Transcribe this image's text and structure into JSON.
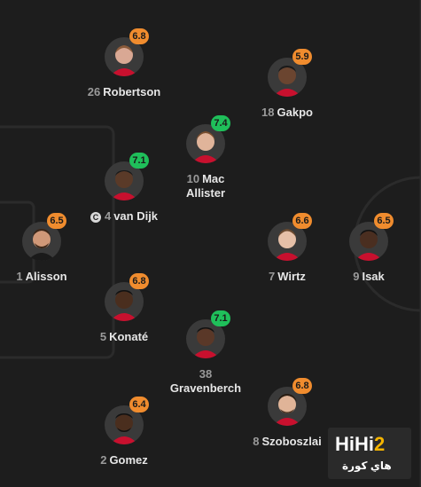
{
  "colors": {
    "background": "#1d1d1d",
    "rating_orange": "#f08c2e",
    "rating_green": "#1fbf5a"
  },
  "players": [
    {
      "id": "robertson",
      "number": "26",
      "name": "Robertson",
      "rating": "6.8",
      "rating_color": "orange",
      "captain": false
    },
    {
      "id": "gakpo",
      "number": "18",
      "name": "Gakpo",
      "rating": "5.9",
      "rating_color": "orange",
      "captain": false
    },
    {
      "id": "mac-allister",
      "number": "10",
      "name": "Mac Allister",
      "rating": "7.4",
      "rating_color": "green",
      "captain": false
    },
    {
      "id": "van-dijk",
      "number": "4",
      "name": "van Dijk",
      "rating": "7.1",
      "rating_color": "green",
      "captain": true,
      "captain_symbol": "C"
    },
    {
      "id": "alisson",
      "number": "1",
      "name": "Alisson",
      "rating": "6.5",
      "rating_color": "orange",
      "captain": false
    },
    {
      "id": "wirtz",
      "number": "7",
      "name": "Wirtz",
      "rating": "6.6",
      "rating_color": "orange",
      "captain": false
    },
    {
      "id": "isak",
      "number": "9",
      "name": "Isak",
      "rating": "6.5",
      "rating_color": "orange",
      "captain": false
    },
    {
      "id": "konate",
      "number": "5",
      "name": "Konaté",
      "rating": "6.8",
      "rating_color": "orange",
      "captain": false
    },
    {
      "id": "gravenberch",
      "number": "38",
      "name": "Gravenberch",
      "rating": "7.1",
      "rating_color": "green",
      "captain": false
    },
    {
      "id": "szoboszlai",
      "number": "8",
      "name": "Szoboszlai",
      "rating": "6.8",
      "rating_color": "orange",
      "captain": false
    },
    {
      "id": "gomez",
      "number": "2",
      "name": "Gomez",
      "rating": "6.4",
      "rating_color": "orange",
      "captain": false
    }
  ],
  "watermark": {
    "text_main": "HiHi",
    "text_accent": "2",
    "text_sub": "هاي كورة"
  }
}
